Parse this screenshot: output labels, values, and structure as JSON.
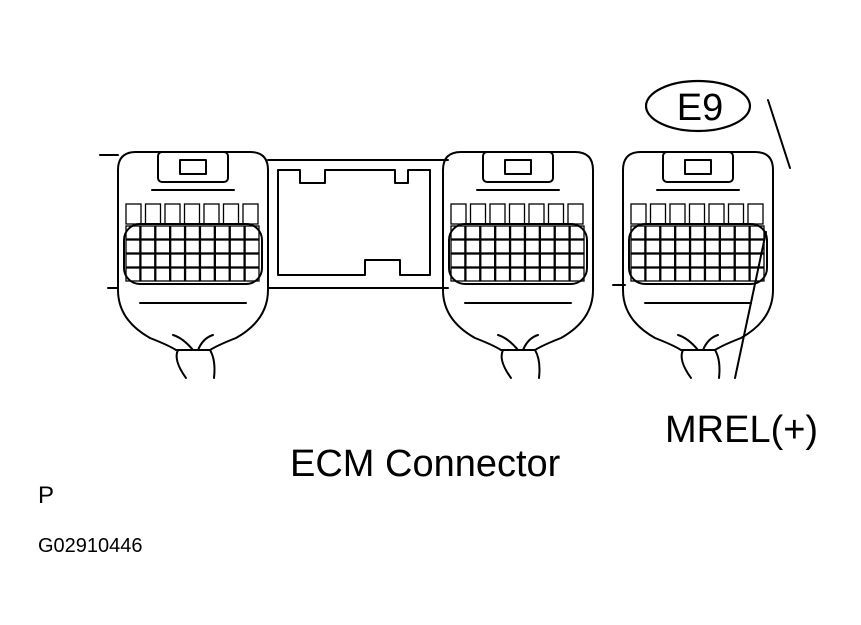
{
  "diagram": {
    "connector_id": "E9",
    "terminal_label": "MREL(+)",
    "caption": "ECM Connector",
    "corner_letter": "P",
    "figure_code": "G02910446"
  },
  "connectors": [
    {
      "name": "connector-1",
      "terminal_layout": "left"
    },
    {
      "name": "connector-2",
      "terminal_layout": "middle"
    },
    {
      "name": "connector-3",
      "terminal_layout": "right"
    }
  ]
}
